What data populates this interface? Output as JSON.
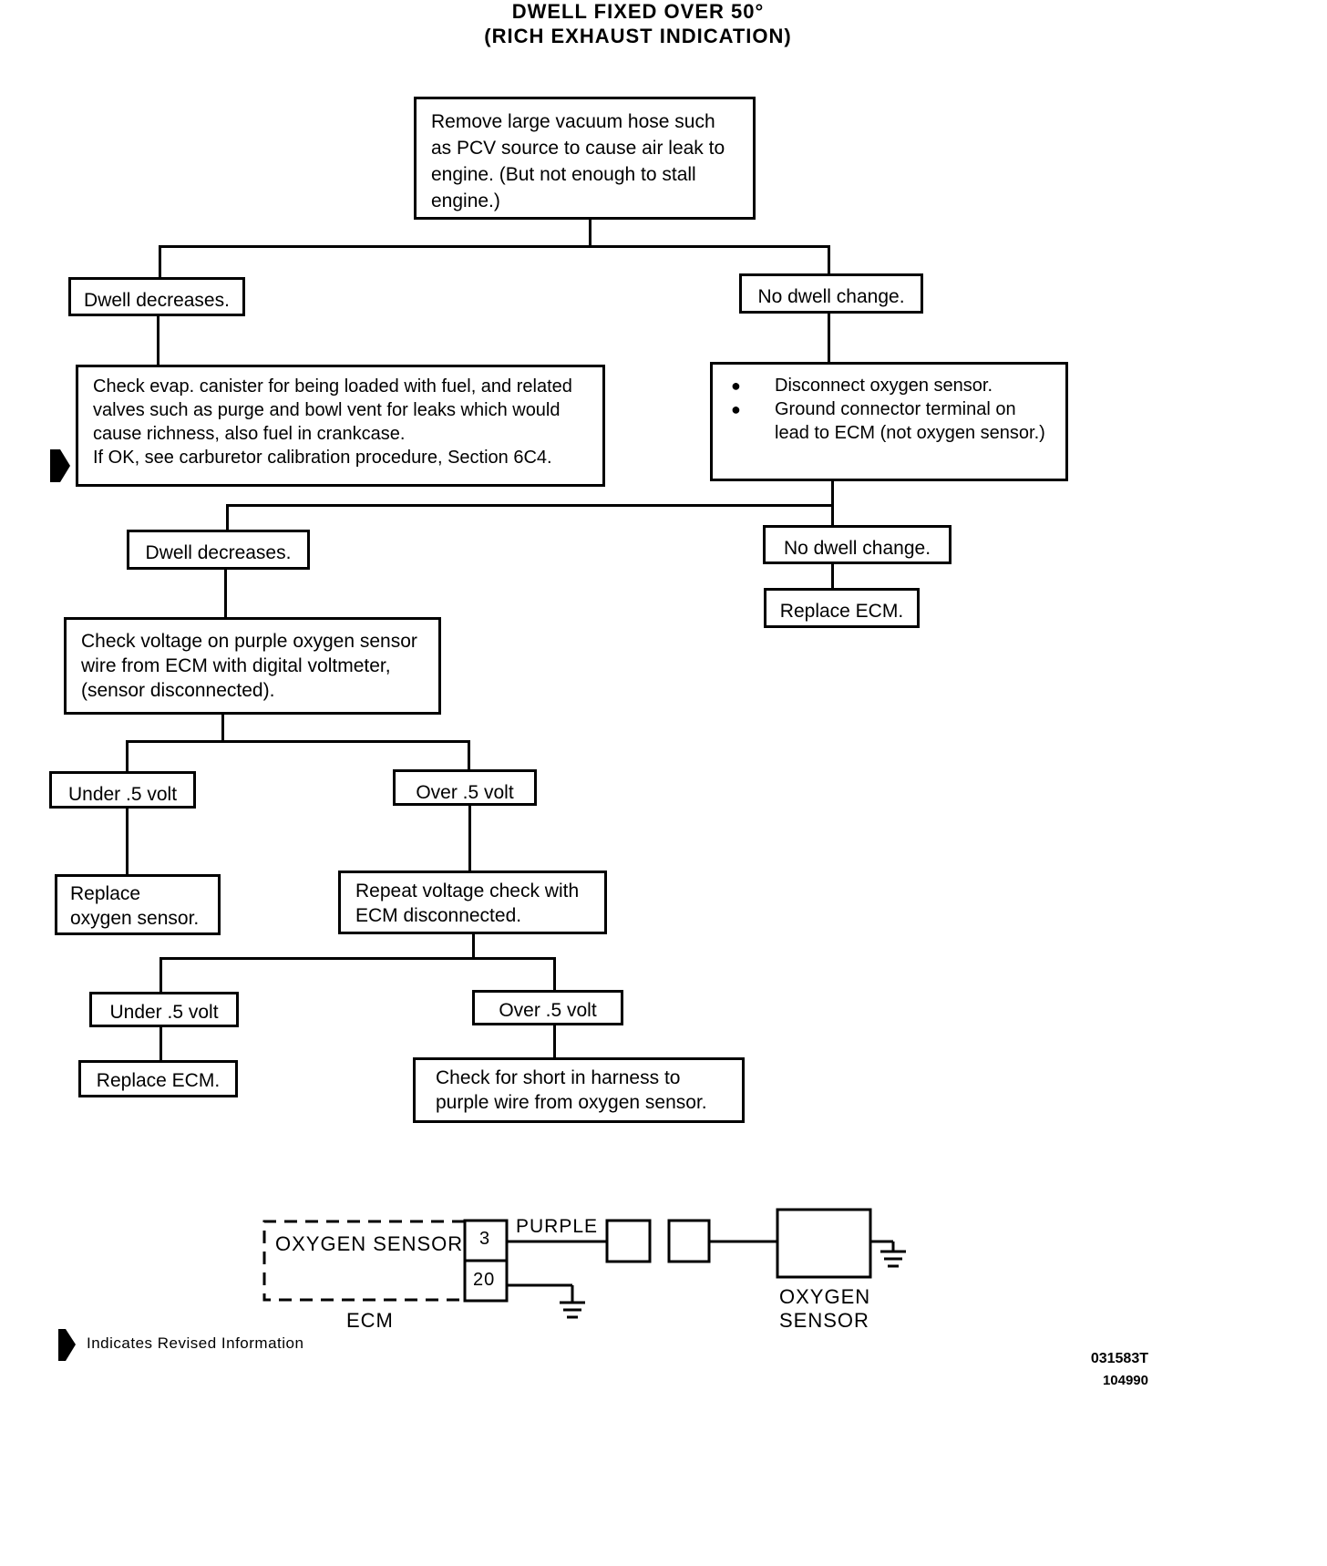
{
  "title": {
    "line1": "DWELL FIXED OVER 50°",
    "line2": "(RICH EXHAUST INDICATION)"
  },
  "nodes": {
    "start": "Remove large vacuum hose such as PCV source to cause air leak to engine. (But not enough to stall engine.)",
    "dwell_decreases_1": "Dwell decreases.",
    "no_dwell_change_1": "No dwell change.",
    "check_evap": "Check evap. canister for being loaded with fuel, and related valves such as purge and bowl vent for leaks which would cause richness, also fuel in crankcase.",
    "check_evap_revised": "If OK, see carburetor calibration procedure, Section 6C4.",
    "disconnect_bullets": [
      "Disconnect oxygen sensor.",
      "Ground connector terminal on lead to ECM (not oxygen sensor.)"
    ],
    "dwell_decreases_2": "Dwell decreases.",
    "no_dwell_change_2": "No dwell change.",
    "replace_ecm_1": "Replace ECM.",
    "check_voltage": "Check voltage on purple oxygen sensor wire from ECM with digital voltmeter, (sensor disconnected).",
    "under_5_volt_1": "Under .5 volt",
    "over_5_volt_1": "Over .5 volt",
    "replace_oxygen_sensor": "Replace oxygen sensor.",
    "repeat_voltage": "Repeat voltage check with ECM disconnected.",
    "under_5_volt_2": "Under .5 volt",
    "over_5_volt_2": "Over .5 volt",
    "replace_ecm_2": "Replace ECM.",
    "check_short": "Check for short in harness to purple wire from oxygen sensor."
  },
  "wiring": {
    "ecm_block_label": "OXYGEN SENSOR",
    "ecm_label": "ECM",
    "pin_top": "3",
    "pin_bottom": "20",
    "wire_label": "PURPLE",
    "sensor_label_1": "OXYGEN",
    "sensor_label_2": "SENSOR"
  },
  "legend": {
    "text": "Indicates Revised Information"
  },
  "codes": {
    "code1": "031583T",
    "code2": "104990"
  }
}
